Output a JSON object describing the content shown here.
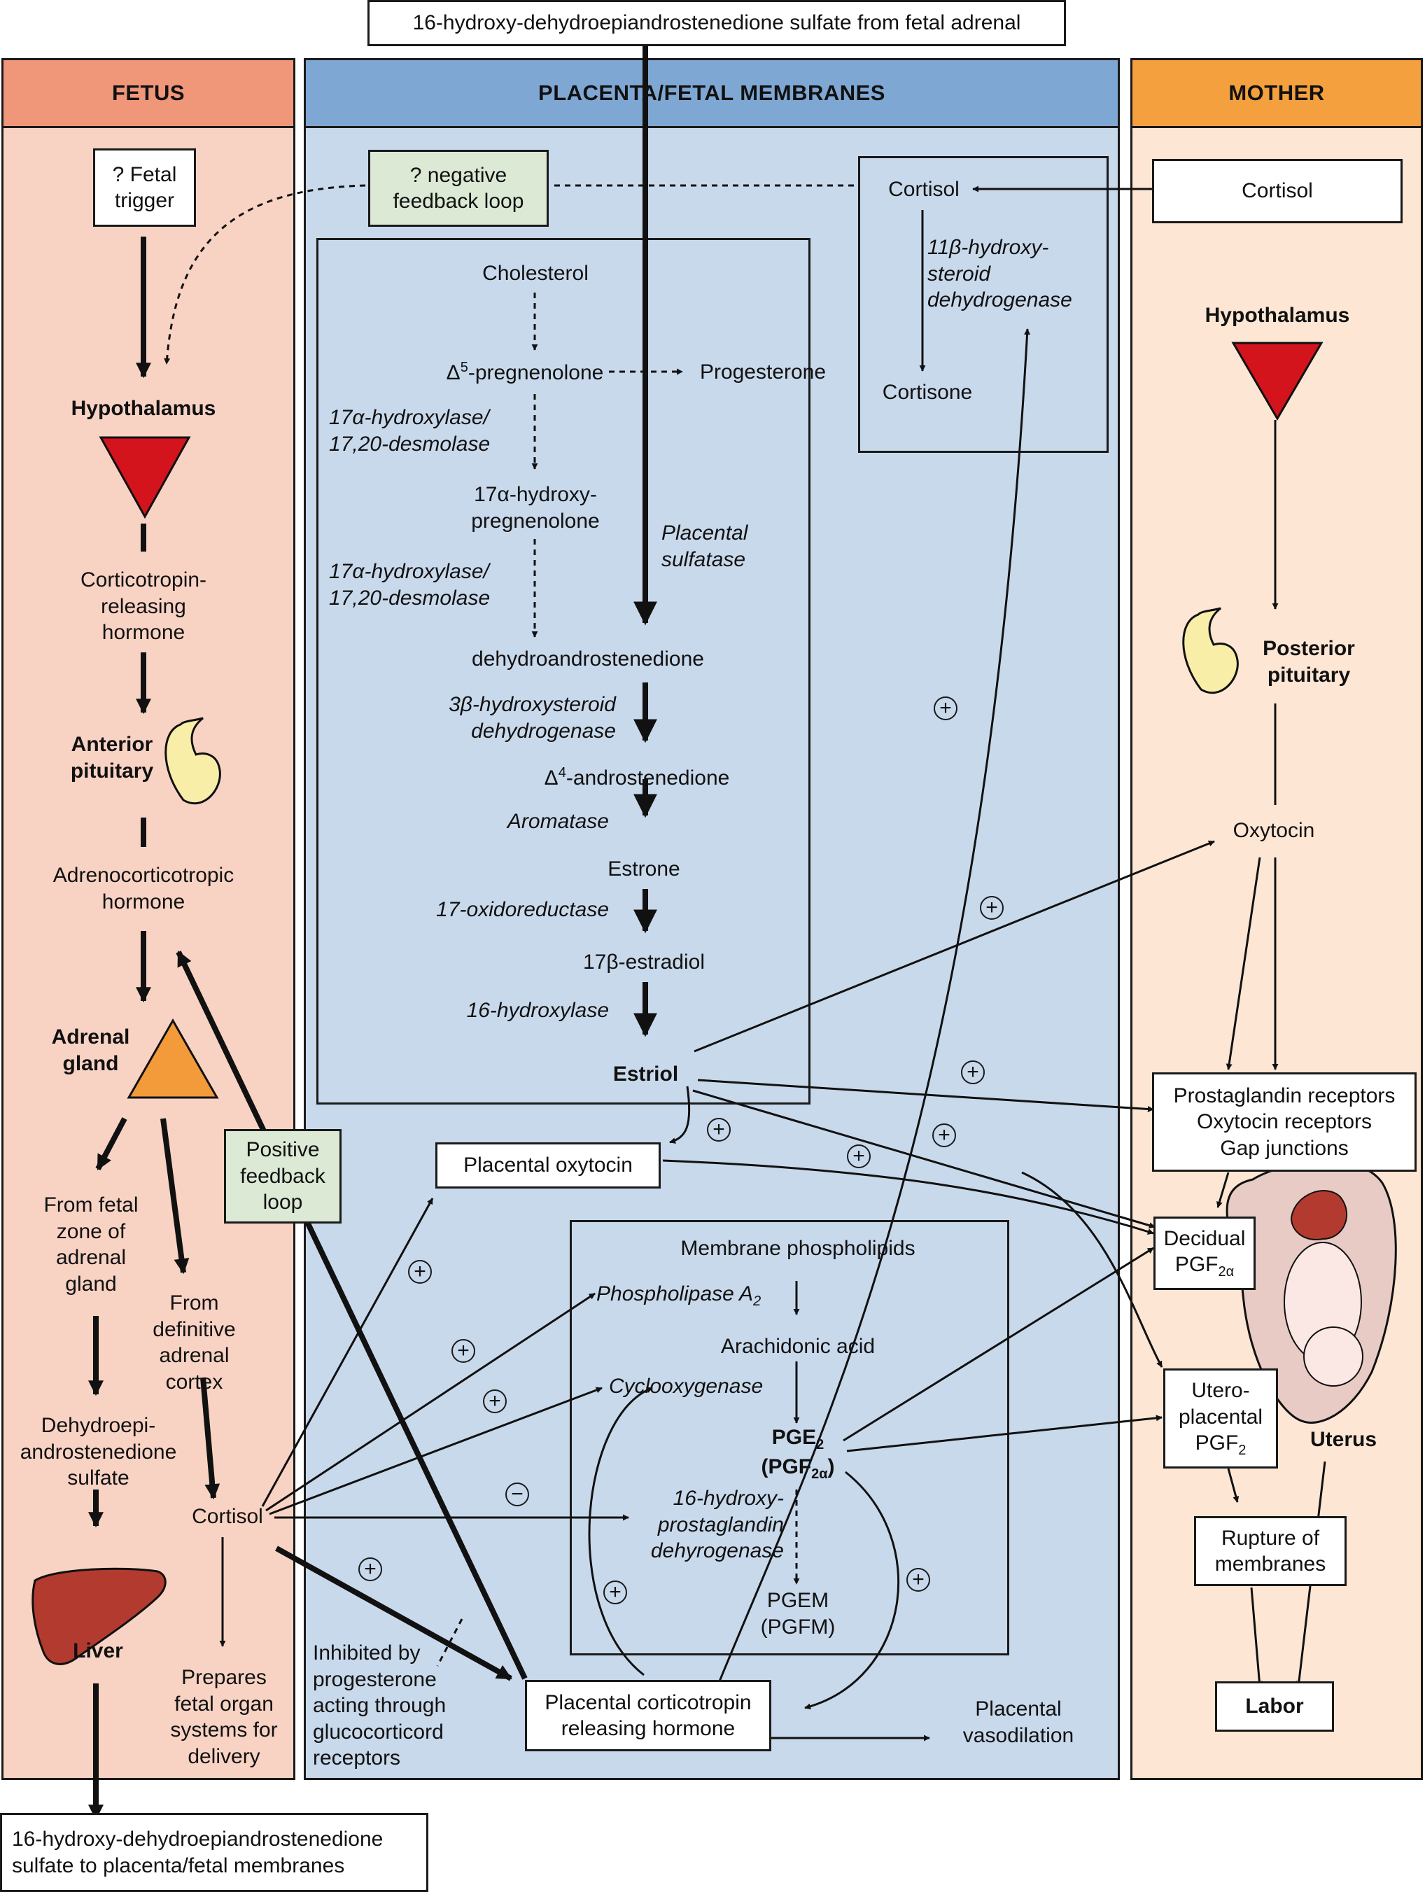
{
  "top_source": "16-hydroxy-dehydroepiandrostenedione sulfate from fetal adrenal",
  "bottom_target_l1": "16-hydroxy-dehydroepiandrostenedione",
  "bottom_target_l2": "sulfate to placenta/fetal membranes",
  "colors": {
    "fetus_header": "#f0977a",
    "fetus_bg": "#f8d3c4",
    "placenta_header": "#7fa7d3",
    "placenta_bg": "#c9d9ec",
    "mother_header": "#f4a03f",
    "mother_bg": "#fde6d4",
    "hypothalamus": "#d3141d",
    "adrenal": "#f39a3b",
    "liver": "#b23a2f",
    "pituitary": "#f9eea8",
    "green_box": "#dbe9d5"
  },
  "fetus": {
    "header": "FETUS",
    "trigger_l1": "? Fetal",
    "trigger_l2": "trigger",
    "hypothalamus": "Hypothalamus",
    "crh_l1": "Corticotropin-",
    "crh_l2": "releasing",
    "crh_l3": "hormone",
    "ap_l1": "Anterior",
    "ap_l2": "pituitary",
    "acth_l1": "Adrenocorticotropic",
    "acth_l2": "hormone",
    "adrenal_l1": "Adrenal",
    "adrenal_l2": "gland",
    "fetal_zone_l1": "From fetal",
    "fetal_zone_l2": "zone of",
    "fetal_zone_l3": "adrenal",
    "fetal_zone_l4": "gland",
    "definitive_l1": "From",
    "definitive_l2": "definitive",
    "definitive_l3": "adrenal",
    "definitive_l4": "cortex",
    "dheas_l1": "Dehydroepi-",
    "dheas_l2": "androstenedione",
    "dheas_l3": "sulfate",
    "cortisol": "Cortisol",
    "liver": "Liver",
    "prepares_l1": "Prepares",
    "prepares_l2": "fetal organ",
    "prepares_l3": "systems for",
    "prepares_l4": "delivery",
    "pos_fb_l1": "Positive",
    "pos_fb_l2": "feedback",
    "pos_fb_l3": "loop"
  },
  "placenta": {
    "header": "PLACENTA/FETAL MEMBRANES",
    "neg_fb_l1": "? negative",
    "neg_fb_l2": "feedback loop",
    "cortisol": "Cortisol",
    "hsd11_l1": "11β-hydroxy-",
    "hsd11_l2": "steroid",
    "hsd11_l3": "dehydrogenase",
    "cortisone": "Cortisone",
    "cholesterol": "Cholesterol",
    "preg_prefix": "Δ",
    "preg_sup": "5",
    "preg_suffix": "-pregnenolone",
    "progesterone": "Progesterone",
    "enz17a_l1": "17α-hydroxylase/",
    "enz17a_l2": "17,20-desmolase",
    "ohpreg_l1": "17α-hydroxy-",
    "ohpreg_l2": "pregnenolone",
    "enz17b_l1": "17α-hydroxylase/",
    "enz17b_l2": "17,20-desmolase",
    "sulfatase_l1": "Placental",
    "sulfatase_l2": "sulfatase",
    "dha": "dehydroandrostenedione",
    "hsd3_l1": "3β-hydroxysteroid",
    "hsd3_l2": "dehydrogenase",
    "andro_prefix": "Δ",
    "andro_sup": "4",
    "andro_suffix": "-androstenedione",
    "aromatase": "Aromatase",
    "estrone": "Estrone",
    "oxidored": "17-oxidoreductase",
    "estradiol": "17β-estradiol",
    "hydroxylase16": "16-hydroxylase",
    "estriol": "Estriol",
    "plac_oxytocin": "Placental oxytocin",
    "membrane_pl": "Membrane phospholipids",
    "pla2_text": "Phospholipase A",
    "pla2_sub": "2",
    "arachidonic": "Arachidonic acid",
    "cox": "Cyclooxygenase",
    "pge2_text": "PGE",
    "pge2_sub": "2",
    "pgf_text": "(PGF",
    "pgf_sub": "2α",
    "pgf_close": ")",
    "pgdh_l1": "16-hydroxy-",
    "pgdh_l2": "prostaglandin",
    "pgdh_l3": "dehyrogenase",
    "pgem_l1": "PGEM",
    "pgem_l2": "(PGFM)",
    "inhibited_l1": "Inhibited by",
    "inhibited_l2": "progesterone",
    "inhibited_l3": "acting through",
    "inhibited_l4": "glucocorticord",
    "inhibited_l5": "receptors",
    "pcrh_l1": "Placental corticotropin",
    "pcrh_l2": "releasing hormone",
    "vaso_l1": "Placental",
    "vaso_l2": "vasodilation",
    "plus": "+",
    "minus": "−"
  },
  "mother": {
    "header": "MOTHER",
    "cortisol": "Cortisol",
    "hypothalamus": "Hypothalamus",
    "pp_l1": "Posterior",
    "pp_l2": "pituitary",
    "oxytocin": "Oxytocin",
    "receptors_l1": "Prostaglandin receptors",
    "receptors_l2": "Oxytocin receptors",
    "receptors_l3": "Gap junctions",
    "decidual_l1": "Decidual",
    "decidual_text": "PGF",
    "decidual_sub": "2α",
    "utero_l1": "Utero-",
    "utero_l2": "placental",
    "utero_text": "PGF",
    "utero_sub": "2",
    "uterus": "Uterus",
    "rupture_l1": "Rupture of",
    "rupture_l2": "membranes",
    "labor": "Labor"
  }
}
